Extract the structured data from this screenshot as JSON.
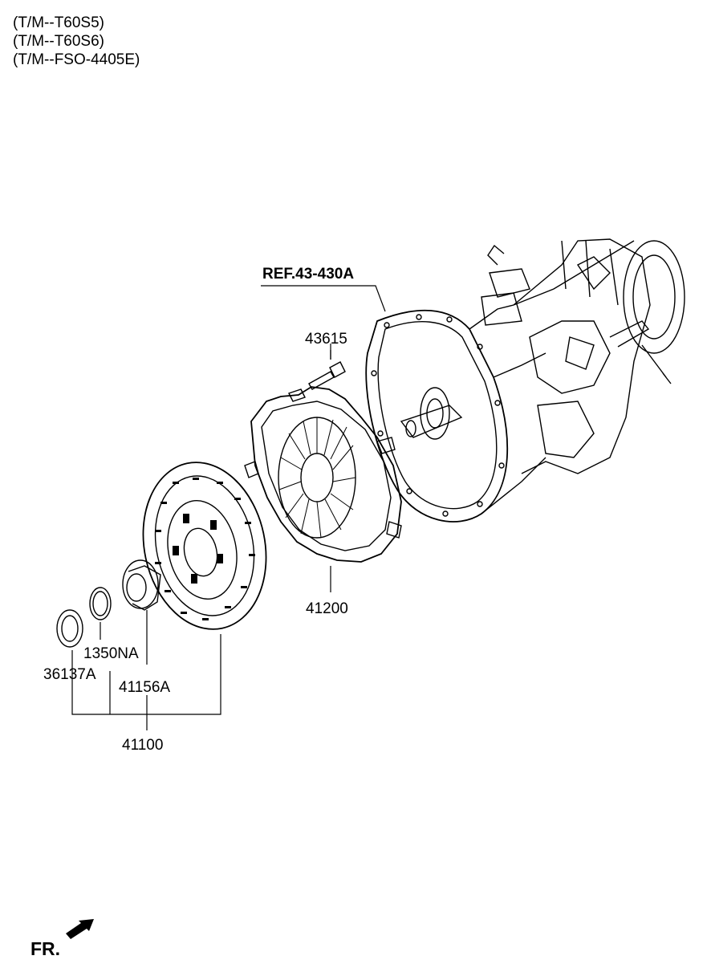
{
  "header": {
    "lines": [
      "(T/M--T60S5)",
      "(T/M--T60S6)",
      "(T/M--FSO-4405E)"
    ]
  },
  "reference": "REF.43-430A",
  "parts": {
    "bolt": "43615",
    "clutch_cover": "41200",
    "ring_1": "36137A",
    "ring_2": "1350NA",
    "hub": "41156A",
    "disc_assembly": "41100"
  },
  "direction": "FR."
}
